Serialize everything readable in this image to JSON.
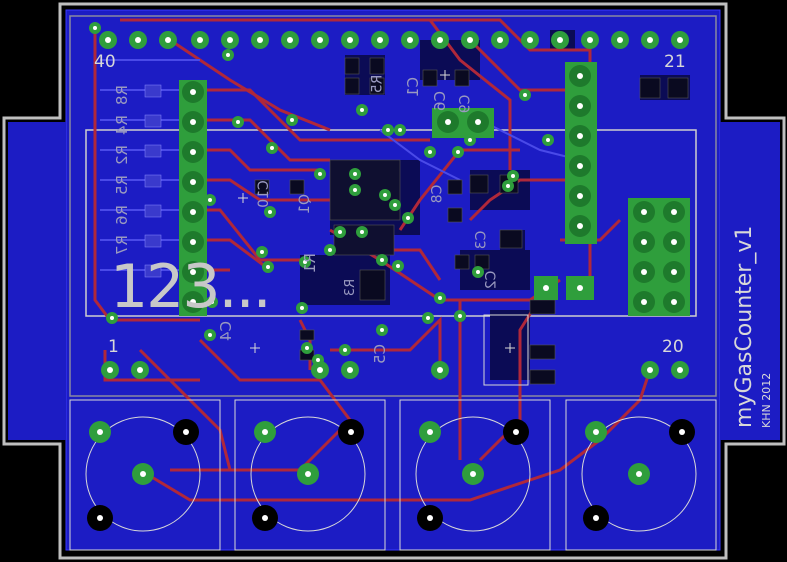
{
  "board": {
    "name": "myGasCounter_v1",
    "credit": "KHN 2012",
    "display_text": "123...",
    "header_labels": {
      "pin_40": "40",
      "pin_21": "21",
      "pin_1": "1",
      "pin_20": "20"
    },
    "component_labels": [
      "R8",
      "R4",
      "R2",
      "R5",
      "R6",
      "R7",
      "R1",
      "R3",
      "C6",
      "C5",
      "C4",
      "C1",
      "C3",
      "C2",
      "C10",
      "C9",
      "C8",
      "R5",
      "Q1"
    ]
  },
  "colors": {
    "background": "#000000",
    "copper_top": "#a02030",
    "copper_bottom": "#1a1ac8",
    "pad": "#2e9e3a",
    "silkscreen": "#d8d8d8",
    "outline": "#bfbfbf"
  }
}
